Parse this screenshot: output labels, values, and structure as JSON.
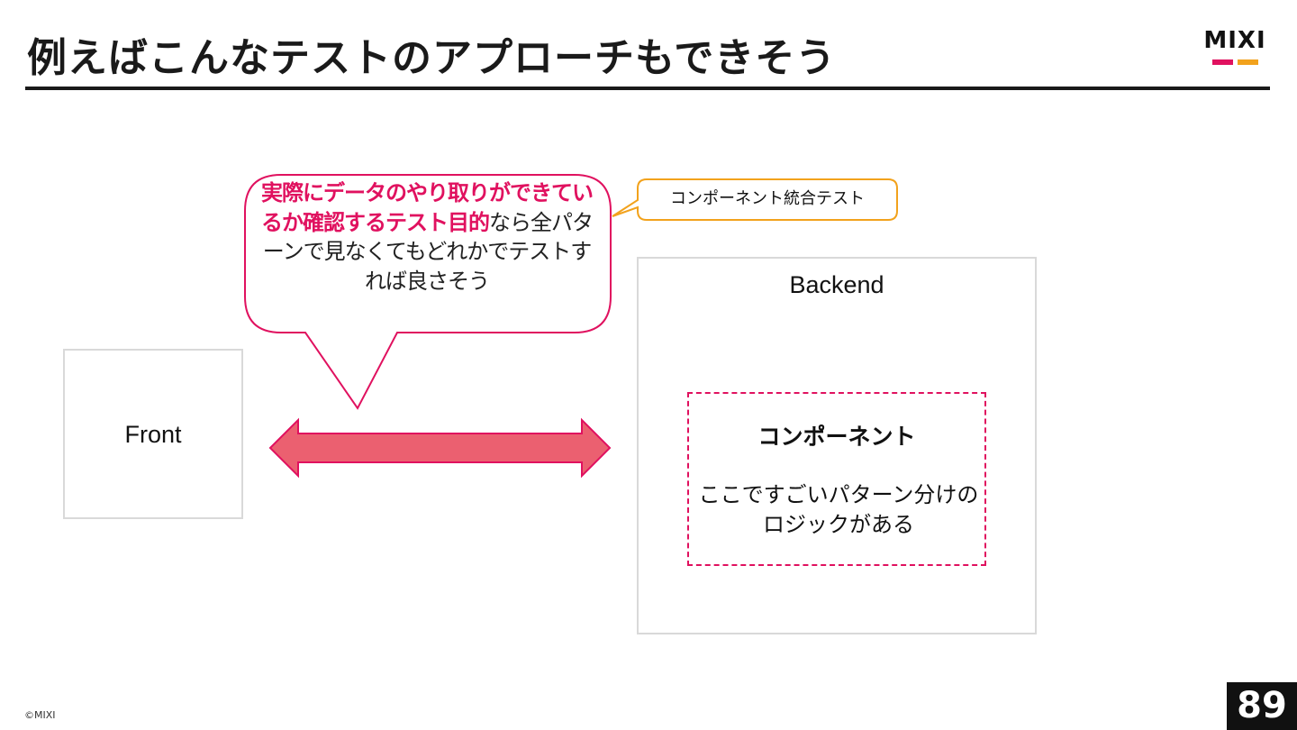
{
  "header": {
    "title": "例えばこんなテストのアプローチもできそう",
    "logo_text": "MIXI"
  },
  "diagram": {
    "front_label": "Front",
    "backend_label": "Backend",
    "component_title": "コンポーネント",
    "component_description": "ここですごいパターン分けのロジックがある",
    "speech_bubble": {
      "emphasis": "実際にデータのやり取りができているか確認するテスト目的",
      "body": "なら全パターンで見なくてもどれかでテストすれば良さそう"
    },
    "callout_label": "コンポーネント統合テスト"
  },
  "footer": {
    "copyright": "©MIXI",
    "page_number": "89"
  },
  "colors": {
    "accent_pink": "#e0115f",
    "arrow_fill": "#eb6070",
    "callout_border": "#f2a21c",
    "logo_orange": "#f2a21c",
    "box_border": "#d9d9d9"
  }
}
